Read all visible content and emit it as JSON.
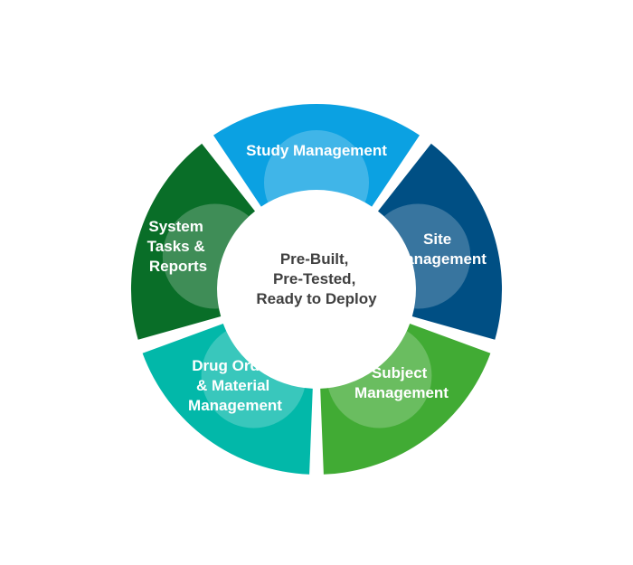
{
  "center": {
    "lines": [
      "Pre-Built,",
      "Pre-Tested,",
      "Ready to Deploy"
    ]
  },
  "segments": [
    {
      "id": "study",
      "lines": [
        "Study Management"
      ],
      "color": "#0ba1e2"
    },
    {
      "id": "site",
      "lines": [
        "Site",
        "Management"
      ],
      "color": "#004f84"
    },
    {
      "id": "subject",
      "lines": [
        "Subject",
        "Management"
      ],
      "color": "#41ab34"
    },
    {
      "id": "drug",
      "lines": [
        "Drug Order",
        "& Material",
        "Management"
      ],
      "color": "#02b8a9"
    },
    {
      "id": "system",
      "lines": [
        "System",
        "Tasks &",
        "Reports"
      ],
      "color": "#096e28"
    }
  ],
  "colors": {
    "center_text": "#404040",
    "segment_text": "#ffffff",
    "background": "#ffffff"
  }
}
